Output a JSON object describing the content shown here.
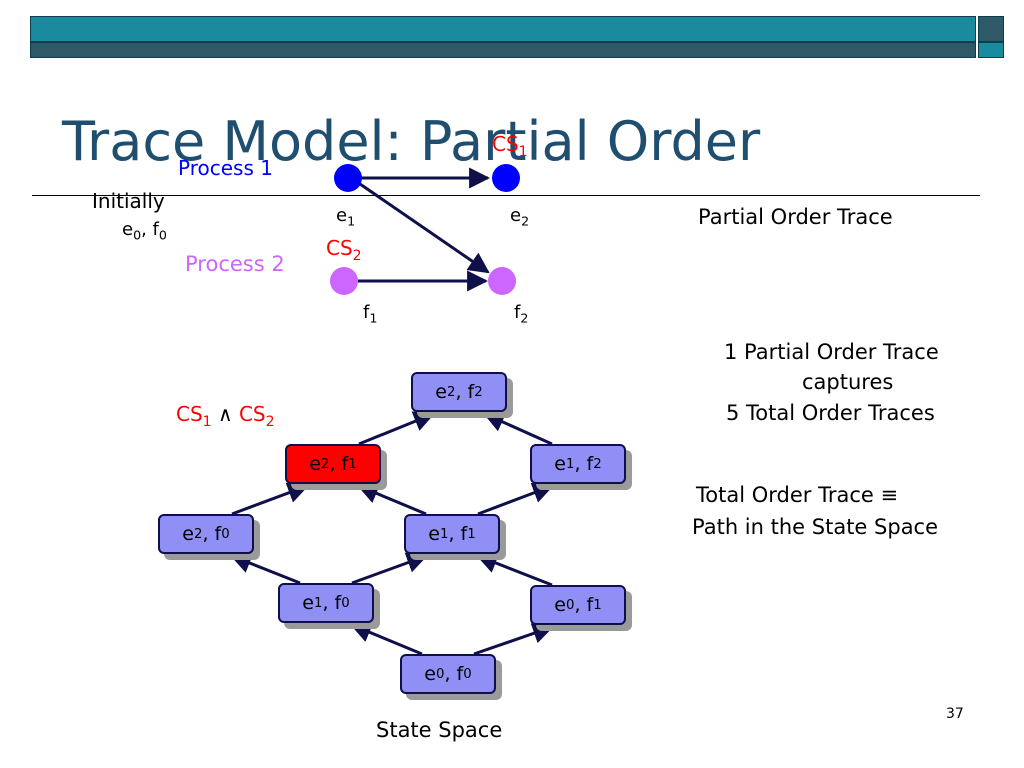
{
  "slide": {
    "title": "Trace Model: Partial Order",
    "page_number": "37"
  },
  "top_diagram": {
    "process1_label": "Process 1",
    "process2_label": "Process 2",
    "initially_label": "Initially",
    "initial_state": {
      "e": "e",
      "e_sub": "0",
      "sep": ", ",
      "f": "f",
      "f_sub": "0"
    },
    "cs1": {
      "text": "CS",
      "sub": "1"
    },
    "cs2": {
      "text": "CS",
      "sub": "2"
    },
    "events": [
      {
        "id": "e1",
        "text": "e",
        "sub": "1"
      },
      {
        "id": "e2",
        "text": "e",
        "sub": "2"
      },
      {
        "id": "f1",
        "text": "f",
        "sub": "1"
      },
      {
        "id": "f2",
        "text": "f",
        "sub": "2"
      }
    ],
    "caption": "Partial Order Trace",
    "colors": {
      "process1": "#0000ff",
      "process2": "#cc66ff",
      "cs": "#ff0000",
      "arrow": "#0f0f4a"
    }
  },
  "state_space": {
    "caption": "State Space",
    "cs_label": {
      "cs1": "CS",
      "cs1_sub": "1",
      "and": " ∧ ",
      "cs2": "CS",
      "cs2_sub": "2"
    },
    "nodes": [
      {
        "id": "e2f2",
        "e": "2",
        "f": "2",
        "highlight": false
      },
      {
        "id": "e2f1",
        "e": "2",
        "f": "1",
        "highlight": true
      },
      {
        "id": "e1f2",
        "e": "1",
        "f": "2",
        "highlight": false
      },
      {
        "id": "e2f0",
        "e": "2",
        "f": "0",
        "highlight": false
      },
      {
        "id": "e1f1",
        "e": "1",
        "f": "1",
        "highlight": false
      },
      {
        "id": "e1f0",
        "e": "1",
        "f": "0",
        "highlight": false
      },
      {
        "id": "e0f1",
        "e": "0",
        "f": "1",
        "highlight": false
      },
      {
        "id": "e0f0",
        "e": "0",
        "f": "0",
        "highlight": false
      }
    ],
    "edges": [
      [
        "e0f0",
        "e1f0"
      ],
      [
        "e0f0",
        "e0f1"
      ],
      [
        "e1f0",
        "e2f0"
      ],
      [
        "e1f0",
        "e1f1"
      ],
      [
        "e0f1",
        "e1f1"
      ],
      [
        "e2f0",
        "e2f1"
      ],
      [
        "e1f1",
        "e2f1"
      ],
      [
        "e1f1",
        "e1f2"
      ],
      [
        "e2f1",
        "e2f2"
      ],
      [
        "e1f2",
        "e2f2"
      ]
    ],
    "node_color": "#8f8ff6",
    "highlight_color": "#ff0000"
  },
  "notes": {
    "line1": "1 Partial Order Trace",
    "line2": "captures",
    "line3": "5 Total Order Traces",
    "line4": "Total Order Trace ≡",
    "line5": "Path in the State Space"
  }
}
